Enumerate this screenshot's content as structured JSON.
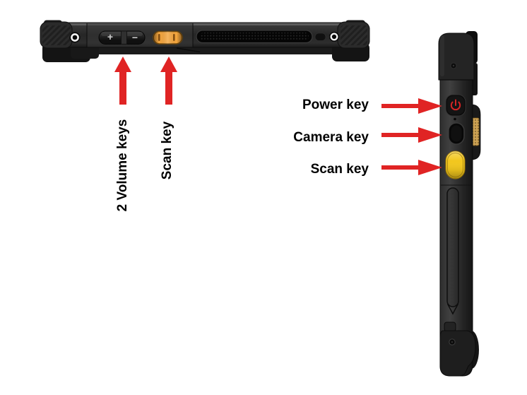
{
  "figure": {
    "description_visible_text_only": true
  },
  "colors": {
    "background": "#ffffff",
    "label_text": "#000000",
    "annotation_arrow_red": "#e02424",
    "scan_key_orange": "#f5a63e",
    "scan_key_yellow": "#f2c71d",
    "power_symbol_red": "#d32525",
    "connector_gold": "#cda253"
  },
  "top_view": {
    "annotations": {
      "volume": {
        "label": "2 Volume keys"
      },
      "scan": {
        "label": "Scan key"
      }
    },
    "volume_rocker": {
      "plus": "+",
      "minus": "−"
    }
  },
  "side_view": {
    "annotations": {
      "power": {
        "label": "Power key"
      },
      "camera": {
        "label": "Camera key"
      },
      "scan": {
        "label": "Scan key"
      }
    }
  }
}
